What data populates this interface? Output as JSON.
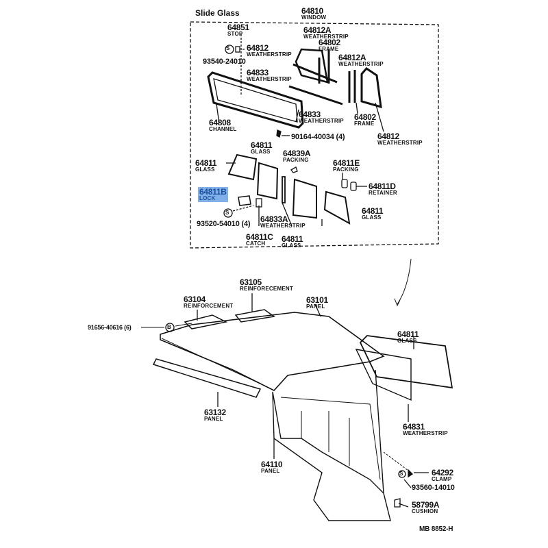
{
  "section_title": "Slide Glass",
  "diagram_code": "MB 8852-H",
  "highlight_color": "#7fb0ea",
  "parts": [
    {
      "number": "64810",
      "name": "WINDOW"
    },
    {
      "number": "64851",
      "name": "STOP"
    },
    {
      "number": "64812A",
      "name": "WEATHERSTRIP"
    },
    {
      "number": "64812",
      "name": "WEATHERSTRIP"
    },
    {
      "number": "64802",
      "name": "FRAME"
    },
    {
      "number": "64812A",
      "name": "WEATHERSTRIP"
    },
    {
      "number": "64833",
      "name": "WEATHERSTRIP"
    },
    {
      "number": "64833",
      "name": "WEATHERSTRIP"
    },
    {
      "number": "64802",
      "name": "FRAME"
    },
    {
      "number": "64808",
      "name": "CHANNEL"
    },
    {
      "number": "64812",
      "name": "WEATHERSTRIP"
    },
    {
      "number": "64811",
      "name": "GLASS"
    },
    {
      "number": "64839A",
      "name": "PACKING"
    },
    {
      "number": "64811",
      "name": "GLASS"
    },
    {
      "number": "64811E",
      "name": "PACKING"
    },
    {
      "number": "64811D",
      "name": "RETAINER"
    },
    {
      "number": "64811B",
      "name": "LOCK"
    },
    {
      "number": "64811",
      "name": "GLASS"
    },
    {
      "number": "64833A",
      "name": "WEATHERSTRIP"
    },
    {
      "number": "64811C",
      "name": "CATCH"
    },
    {
      "number": "64811",
      "name": "GLASS"
    },
    {
      "number": "63105",
      "name": "REINFORECEMENT"
    },
    {
      "number": "63104",
      "name": "REINFORCEMENT"
    },
    {
      "number": "63101",
      "name": "PANEL"
    },
    {
      "number": "64811",
      "name": "GLASS"
    },
    {
      "number": "63132",
      "name": "PANEL"
    },
    {
      "number": "64831",
      "name": "WEATHERSTRIP"
    },
    {
      "number": "64110",
      "name": "PANEL"
    },
    {
      "number": "64292",
      "name": "CLAMP"
    },
    {
      "number": "58799A",
      "name": "CUSHION"
    }
  ],
  "fasteners": [
    {
      "number": "93540-24010",
      "symbol": "S"
    },
    {
      "number": "90164-40034 (4)"
    },
    {
      "number": "93520-54010 (4)",
      "symbol": "S"
    },
    {
      "number": "91656-40616 (6)",
      "symbol": "B"
    },
    {
      "number": "93560-14010",
      "symbol": "S"
    }
  ]
}
